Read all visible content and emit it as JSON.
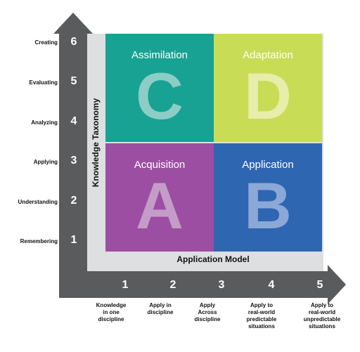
{
  "y_axis": {
    "title": "Knowledge Taxonomy",
    "levels": [
      {
        "num": "6",
        "label": "Creating"
      },
      {
        "num": "5",
        "label": "Evaluating"
      },
      {
        "num": "4",
        "label": "Analyzing"
      },
      {
        "num": "3",
        "label": "Applying"
      },
      {
        "num": "2",
        "label": "Understanding"
      },
      {
        "num": "1",
        "label": "Remembering"
      }
    ]
  },
  "x_axis": {
    "title": "Application Model",
    "levels": [
      {
        "num": "1",
        "line1": "Knowledge",
        "line2": "in one",
        "line3": "discipline"
      },
      {
        "num": "2",
        "line1": "Apply in",
        "line2": "discipline",
        "line3": ""
      },
      {
        "num": "3",
        "line1": "Apply",
        "line2": "Across",
        "line3": "discipline"
      },
      {
        "num": "4",
        "line1": "Apply to",
        "line2": "real-world",
        "line3": "predictable",
        "line4": "situations"
      },
      {
        "num": "5",
        "line1": "Apply to",
        "line2": "real-world",
        "line3": "unpredictable",
        "line4": "situations"
      }
    ]
  },
  "quadrants": {
    "c": {
      "name": "Assimilation",
      "letter": "C"
    },
    "d": {
      "name": "Adaptation",
      "letter": "D"
    },
    "a": {
      "name": "Acquisition",
      "letter": "A"
    },
    "b": {
      "name": "Application",
      "letter": "B"
    }
  },
  "colors": {
    "assimilation": "#17a293",
    "adaptation": "#c9dc56",
    "acquisition": "#9c4ea2",
    "application": "#2e66b1",
    "arrow": "#5a5b5d"
  }
}
